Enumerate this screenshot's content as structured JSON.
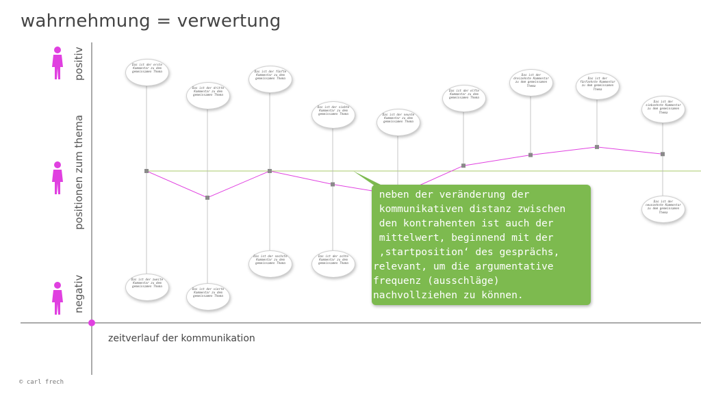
{
  "title": "wahrnehmung = verwertung",
  "y_axis": {
    "top_label": "positiv",
    "mid_label": "positionen zum thema",
    "bottom_label": "negativ"
  },
  "x_axis": {
    "label": "zeitverlauf der kommunikation"
  },
  "copyright": "© carl frech",
  "callout": {
    "lines": [
      " neben der veränderung der",
      " kommunikativen distanz zwischen",
      " den kontrahenten ist auch der",
      " mittelwert, beginnend mit der",
      " ‚startposition‘ des gesprächs,",
      "relevant, um die argumentative",
      "frequenz (ausschläge)",
      "nachvollziehen zu können."
    ]
  },
  "colors": {
    "accent": "#e040e0",
    "mean_line": "#a8c86a",
    "callout_bg": "#7dba4f",
    "marker": "#8a8a8a",
    "axis": "#555555"
  },
  "icons": {
    "figure": "person-silhouette-icon"
  },
  "comments": [
    {
      "text": "Das ist der erste Kommentar zu dem gemeinsamen Thema",
      "value": 0
    },
    {
      "text": "Das ist der zweite Kommentar zu dem gemeinsamen Thema",
      "value": 0
    },
    {
      "text": "Das ist der dritte Kommentar zu dem gemeinsamen Thema",
      "value": -0.3
    },
    {
      "text": "Das ist der vierte Kommentar zu dem gemeinsamen Thema",
      "value": -0.3
    },
    {
      "text": "Das ist der fünfte Kommentar zu dem gemeinsamen Thema",
      "value": 0
    },
    {
      "text": "Das ist der sechste Kommentar zu dem gemeinsamen Thema",
      "value": 0
    },
    {
      "text": "Das ist der siebte Kommentar zu dem gemeinsamen Thema",
      "value": -0.15
    },
    {
      "text": "Das ist der achte Kommentar zu dem gemeinsamen Thema",
      "value": -0.15
    },
    {
      "text": "Das ist der neunte Kommentar zu dem gemeinsamen Thema",
      "value": -0.27
    },
    {
      "text": "Das ist der elfte Kommentar zu dem gemeinsamen Thema",
      "value": 0.06
    },
    {
      "text": "Das ist der dreizehnte Kommentar zu dem gemeinsamen Thema",
      "value": 0.18
    },
    {
      "text": "Das ist der fünfzehnte Kommentar zu dem gemeinsamen Thema",
      "value": 0.27
    },
    {
      "text": "Das ist der siebzehnte Kommentar zu dem gemeinsamen Thema",
      "value": 0.19
    },
    {
      "text": "Das ist der neunzehnte Kommentar zu dem gemeinsamen Thema",
      "value": 0.19
    }
  ]
}
